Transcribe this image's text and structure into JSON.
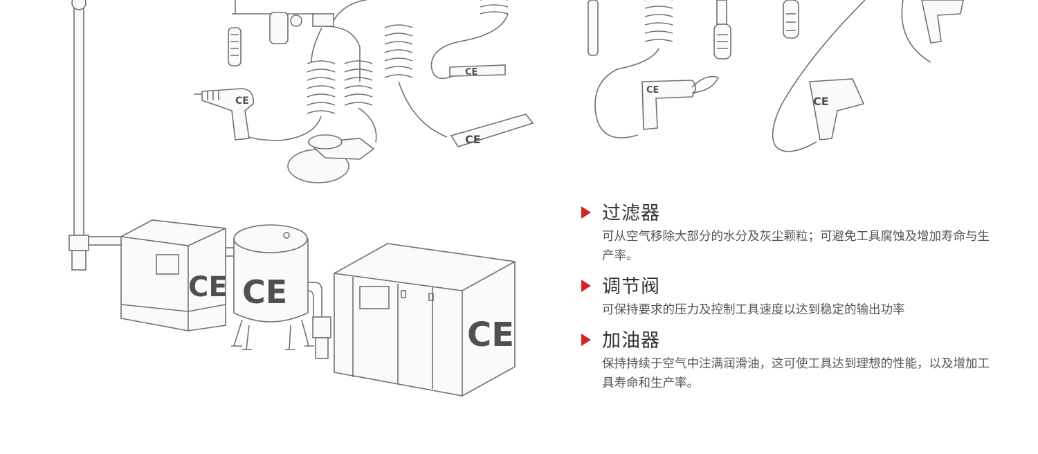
{
  "logo_text": "CE",
  "items": [
    {
      "title": "过滤器",
      "desc": "可从空气移除大部分的水分及灰尘颗粒；可避免工具腐蚀及增加寿命与生产率。"
    },
    {
      "title": "调节阀",
      "desc": "可保持要求的压力及控制工具速度以达到稳定的输出功率"
    },
    {
      "title": "加油器",
      "desc": "保持持续于空气中注满润滑油，这可使工具达到理想的性能，以及增加工具寿命和生产率。"
    }
  ],
  "colors": {
    "accent": "#d42323",
    "line": "#707070",
    "text": "#333333"
  }
}
